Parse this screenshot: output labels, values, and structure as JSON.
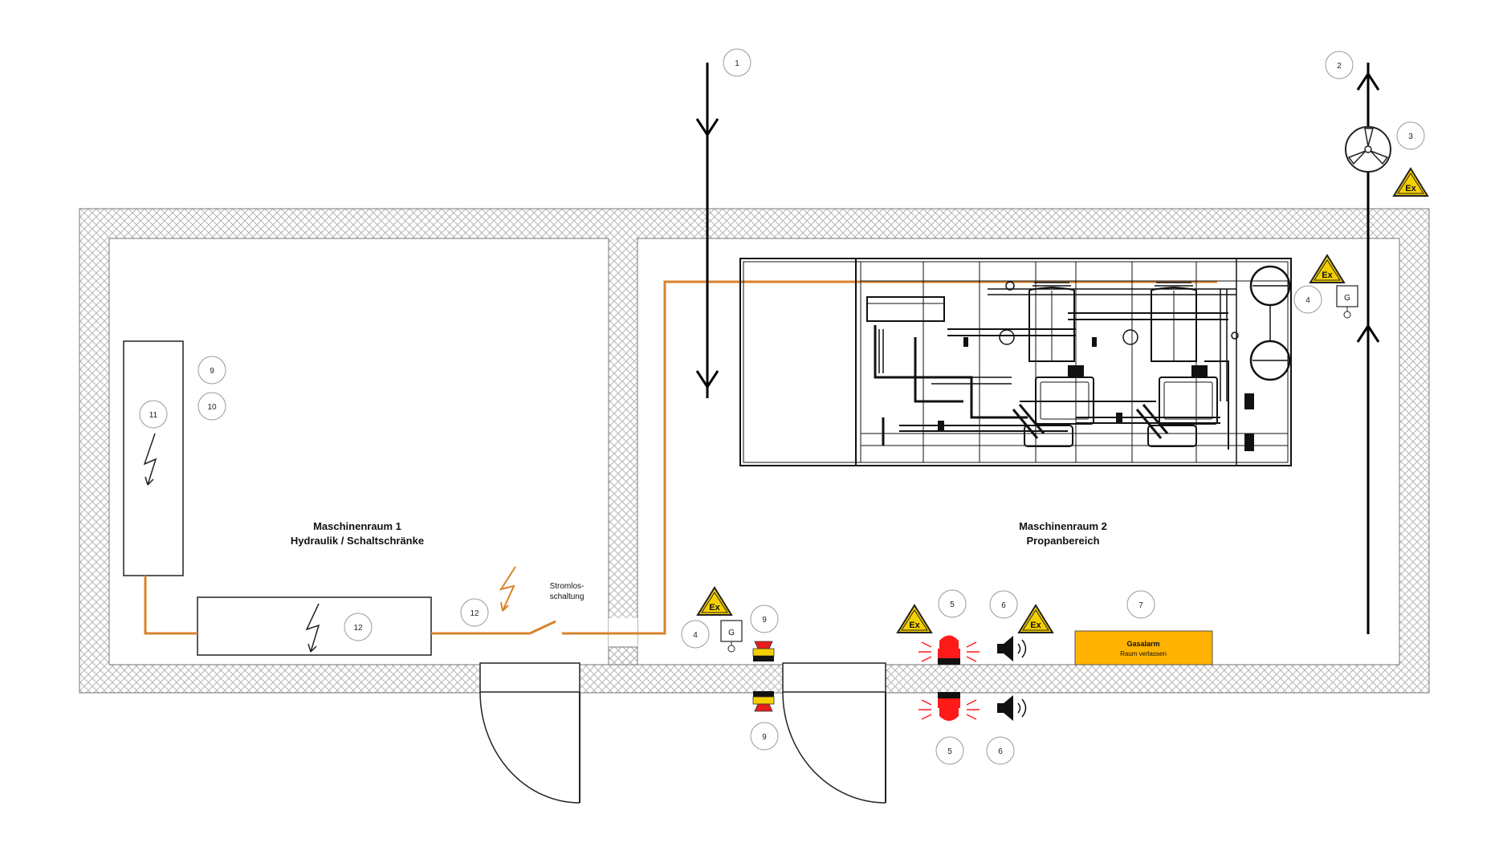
{
  "colors": {
    "cable": "#d9822b",
    "wall_hatch": "#b8b8b8",
    "warning_yellow": "#f5d000",
    "alarm_orange": "#ffb300",
    "beacon_red": "#ff1a1a"
  },
  "rooms": {
    "room1_title": "Maschinenraum 1",
    "room1_subtitle": "Hydraulik / Schaltschränke",
    "room2_title": "Maschinenraum 2",
    "room2_subtitle": "Propanbereich"
  },
  "labels": {
    "stromlos_line1": "Stromlos-",
    "stromlos_line2": "schaltung",
    "gas_alarm_title": "Gasalarm",
    "gas_alarm_sub": "Raum verlassen",
    "ex": "Ex",
    "gas_sensor": "G"
  },
  "markers": {
    "m1": "1",
    "m2": "2",
    "m3": "3",
    "m4a": "4",
    "m4b": "4",
    "m5a": "5",
    "m5b": "5",
    "m6a": "6",
    "m6b": "6",
    "m7": "7",
    "m9a": "9",
    "m9b": "9",
    "m9c": "9",
    "m10": "10",
    "m11": "11",
    "m12a": "12",
    "m12b": "12"
  },
  "icons": [
    "fan-icon",
    "ex-warning-icon",
    "lightning-icon",
    "gas-sensor-icon",
    "beacon-icon",
    "horn-icon",
    "emergency-button-icon"
  ]
}
